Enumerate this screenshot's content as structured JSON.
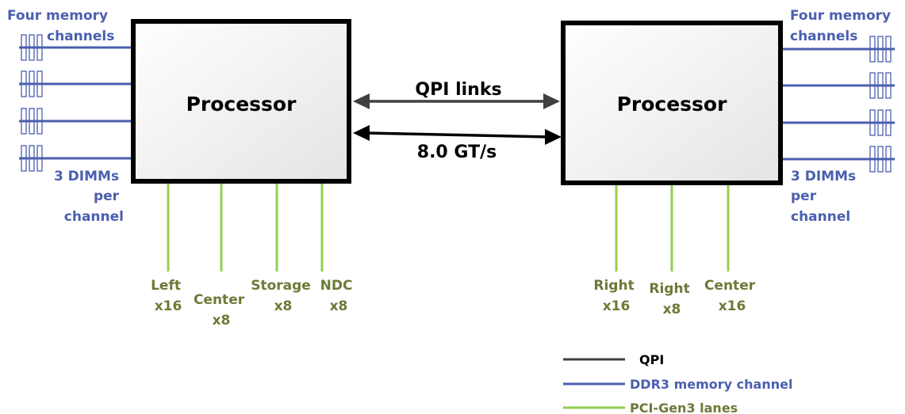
{
  "left_memory": {
    "title": [
      "Four memory",
      "channels"
    ],
    "dimm_note": [
      "3 DIMMs",
      "per",
      "channel"
    ]
  },
  "right_memory": {
    "title": [
      "Four memory",
      "channels"
    ],
    "dimm_note": [
      "3 DIMMs",
      "per",
      "channel"
    ]
  },
  "processors": {
    "left_label": "Processor",
    "right_label": "Processor"
  },
  "qpi": {
    "top_label": "QPI links",
    "bottom_label": "8.0 GT/s"
  },
  "left_pcie": [
    {
      "line1": "Left",
      "line2": "x16"
    },
    {
      "line1": "Center",
      "line2": "x8"
    },
    {
      "line1": "Storage",
      "line2": "x8"
    },
    {
      "line1": "NDC",
      "line2": "x8"
    }
  ],
  "right_pcie": [
    {
      "line1": "Right",
      "line2": "x16"
    },
    {
      "line1": "Right",
      "line2": "x8"
    },
    {
      "line1": "Center",
      "line2": "x16"
    }
  ],
  "legend": [
    {
      "label": "QPI",
      "color": "#404040"
    },
    {
      "label": "DDR3 memory channel",
      "color": "#4a5fae"
    },
    {
      "label": "PCI-Gen3 lanes",
      "color": "#92d050"
    }
  ],
  "colors": {
    "memory_text": "#4a5fae",
    "pcie_text": "#6b7a37",
    "memory_line": "#4a5fae",
    "pcie_line": "#92d050",
    "qpi_line": "#404040"
  }
}
